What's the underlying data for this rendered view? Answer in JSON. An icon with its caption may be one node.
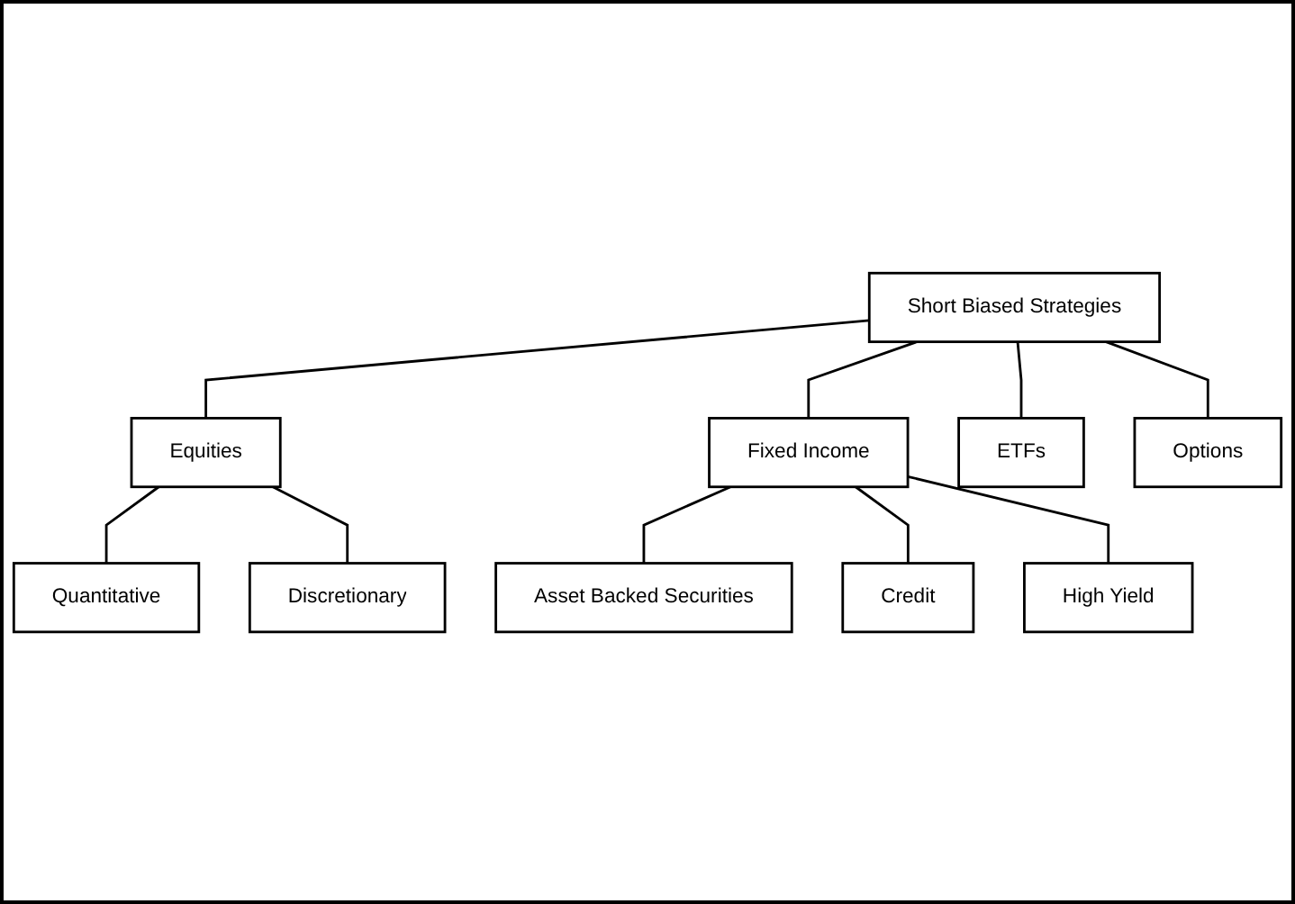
{
  "diagram": {
    "nodes": [
      {
        "text": [
          "Short Biased Strategies"
        ]
      },
      {
        "text": [
          "Equities"
        ]
      },
      {
        "text": [
          "Fixed Income"
        ]
      },
      {
        "text": [
          "ETFs"
        ]
      },
      {
        "text": [
          "Options"
        ]
      },
      {
        "text": [
          "Asset Backed Securities"
        ]
      },
      {
        "text": [
          "Credit"
        ]
      },
      {
        "text": [
          "High Yield"
        ]
      },
      {
        "text": [
          "Quantitative"
        ]
      },
      {
        "text": [
          "Discretionary"
        ]
      }
    ],
    "edges": [
      {
        "from": 0,
        "to": 1,
        "arrow": "none"
      },
      {
        "from": 0,
        "to": 2,
        "arrow": "none"
      },
      {
        "from": 0,
        "to": 3,
        "arrow": "none"
      },
      {
        "from": 0,
        "to": 4,
        "arrow": "none"
      },
      {
        "from": 2,
        "to": 5,
        "arrow": "none"
      },
      {
        "from": 2,
        "to": 6,
        "arrow": "none"
      },
      {
        "from": 2,
        "to": 7,
        "arrow": "none"
      },
      {
        "from": 1,
        "to": 8,
        "arrow": "none"
      },
      {
        "from": 1,
        "to": 9,
        "arrow": "none"
      }
    ]
  }
}
